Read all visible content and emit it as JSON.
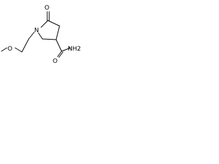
{
  "molecule": {
    "atoms": {
      "methoxy_o": "O",
      "ring_n": "N",
      "carbonyl_o": "O",
      "amide_o": "O",
      "amide_nh2": "NH2"
    }
  }
}
